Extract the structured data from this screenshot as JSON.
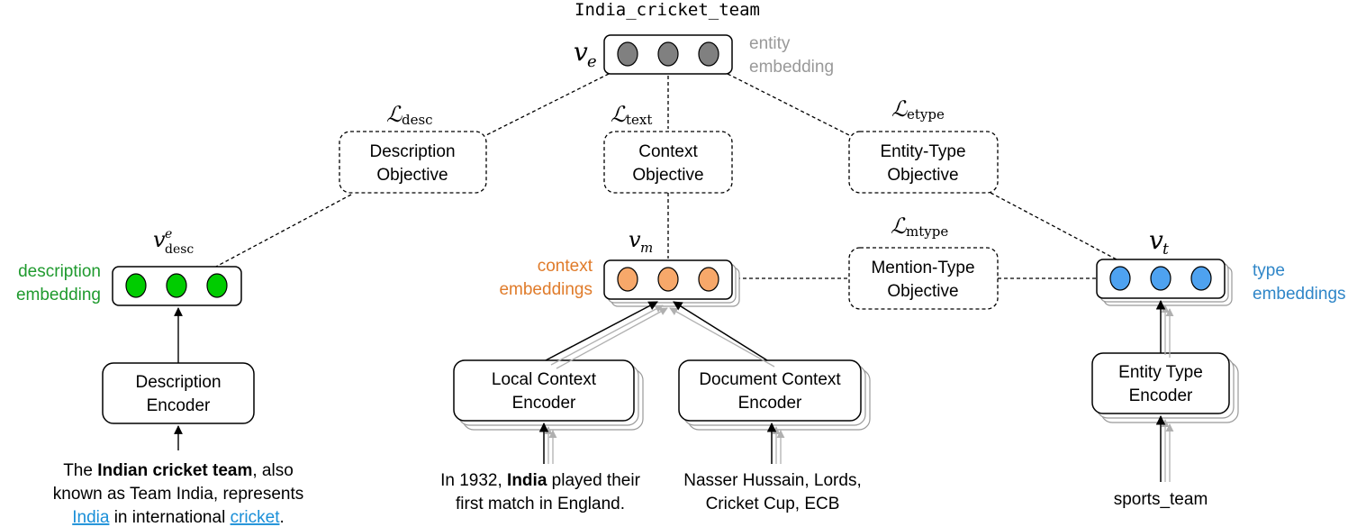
{
  "entity": {
    "name": "India_cricket_team",
    "symbol": "v",
    "symbol_sub": "e",
    "label_line1": "entity",
    "label_line2": "embedding",
    "color": "#808080"
  },
  "losses": {
    "desc": {
      "symbol": "ℒ",
      "sub": "desc"
    },
    "text": {
      "symbol": "ℒ",
      "sub": "text"
    },
    "etype": {
      "symbol": "ℒ",
      "sub": "etype"
    },
    "mtype": {
      "symbol": "ℒ",
      "sub": "mtype"
    }
  },
  "objectives": {
    "description": {
      "line1": "Description",
      "line2": "Objective"
    },
    "context": {
      "line1": "Context",
      "line2": "Objective"
    },
    "entity_type": {
      "line1": "Entity-Type",
      "line2": "Objective"
    },
    "mention_type": {
      "line1": "Mention-Type",
      "line2": "Objective"
    }
  },
  "embeddings": {
    "description": {
      "symbol": "v",
      "sub": "desc",
      "sup": "e",
      "label_line1": "description",
      "label_line2": "embedding",
      "color": "#00cc00",
      "label_color": "#1f9a2e"
    },
    "context": {
      "symbol": "v",
      "sub": "m",
      "label_line1": "context",
      "label_line2": "embeddings",
      "color": "#f7a86a",
      "label_color": "#e07b2a"
    },
    "type": {
      "symbol": "v",
      "sub": "t",
      "label_line1": "type",
      "label_line2": "embeddings",
      "color": "#4ea2f0",
      "label_color": "#2f86c8"
    }
  },
  "encoders": {
    "description": {
      "line1": "Description",
      "line2": "Encoder"
    },
    "local": {
      "line1": "Local Context",
      "line2": "Encoder"
    },
    "document": {
      "line1": "Document Context",
      "line2": "Encoder"
    },
    "entity_type": {
      "line1": "Entity Type",
      "line2": "Encoder"
    }
  },
  "inputs": {
    "description": {
      "l1_pre": "The ",
      "l1_bold": "Indian cricket team",
      "l1_post": ", also",
      "l2": "known as Team India, represents",
      "l3_link1": "India",
      "l3_mid": " in international ",
      "l3_link2": "cricket",
      "l3_post": "."
    },
    "local": {
      "l1_pre": "In 1932, ",
      "l1_bold": "India",
      "l1_post": " played their",
      "l2": "first match in England."
    },
    "document": {
      "l1": "Nasser Hussain, Lords,",
      "l2": "Cricket Cup, ECB"
    },
    "type": {
      "l1": "sports_team"
    }
  },
  "colors": {
    "link": "#1a8fd8",
    "gray_label": "#999999",
    "shadow_arrow": "#b0b0b0"
  }
}
